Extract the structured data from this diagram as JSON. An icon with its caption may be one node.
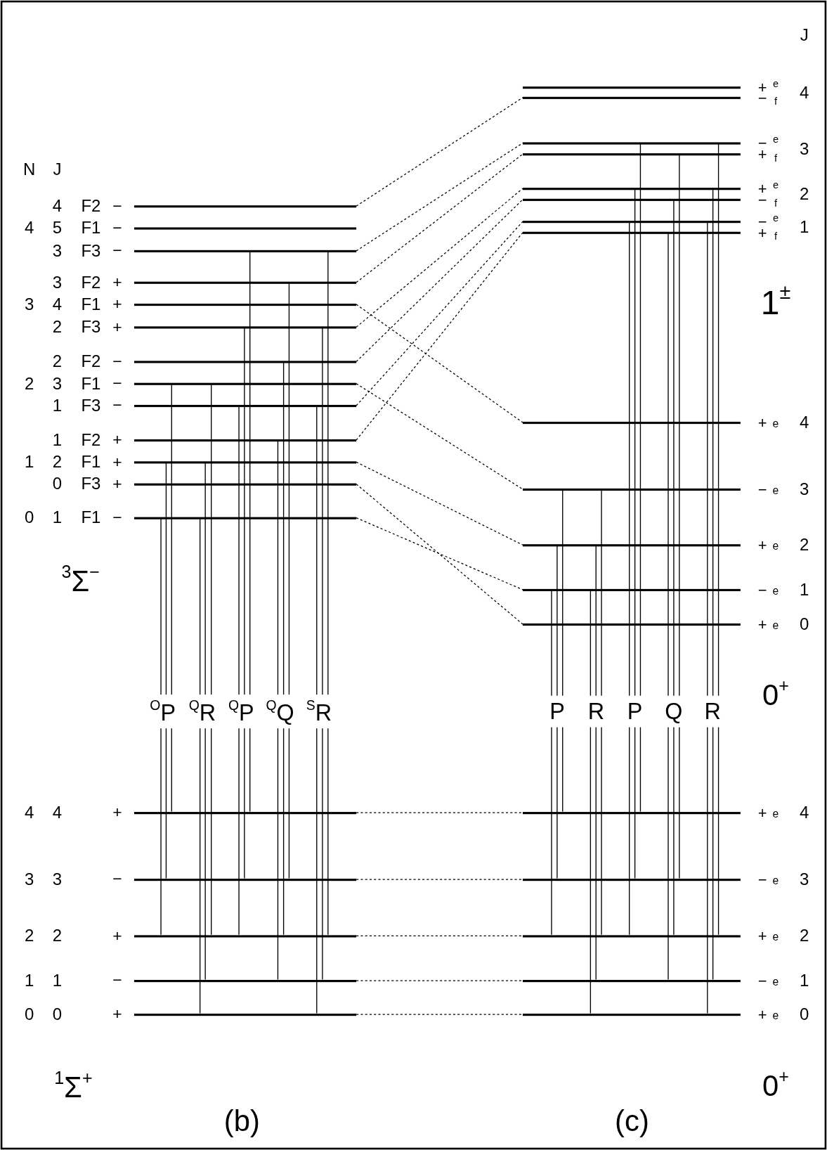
{
  "diagram": {
    "nodes": [
      {
        "text": [],
        "shape": "bar",
        "beside": [
          "4",
          "F2",
          "−"
        ]
      },
      {
        "text": [],
        "shape": "bar",
        "beside": [
          "4",
          "5",
          "F1",
          "−"
        ]
      },
      {
        "text": [],
        "shape": "bar",
        "beside": [
          "3",
          "F3",
          "−"
        ]
      },
      {
        "text": [],
        "shape": "bar",
        "beside": [
          "3",
          "F2",
          "+"
        ]
      },
      {
        "text": [],
        "shape": "bar",
        "beside": [
          "3",
          "4",
          "F1",
          "+"
        ]
      },
      {
        "text": [],
        "shape": "bar",
        "beside": [
          "2",
          "F3",
          "+"
        ]
      },
      {
        "text": [],
        "shape": "bar",
        "beside": [
          "2",
          "F2",
          "−"
        ]
      },
      {
        "text": [],
        "shape": "bar",
        "beside": [
          "2",
          "3",
          "F1",
          "−"
        ]
      },
      {
        "text": [],
        "shape": "bar",
        "beside": [
          "1",
          "F3",
          "−"
        ]
      },
      {
        "text": [],
        "shape": "bar",
        "beside": [
          "1",
          "F2",
          "+"
        ]
      },
      {
        "text": [],
        "shape": "bar",
        "beside": [
          "1",
          "2",
          "F1",
          "+"
        ]
      },
      {
        "text": [],
        "shape": "bar",
        "beside": [
          "0",
          "F3",
          "+"
        ]
      },
      {
        "text": [],
        "shape": "bar",
        "beside": [
          "0",
          "1",
          "F1",
          "−"
        ]
      },
      {
        "text": [],
        "shape": "bar",
        "beside": [
          "4",
          "4",
          "+"
        ]
      },
      {
        "text": [],
        "shape": "bar",
        "beside": [
          "3",
          "3",
          "−"
        ]
      },
      {
        "text": [],
        "shape": "bar",
        "beside": [
          "2",
          "2",
          "+"
        ]
      },
      {
        "text": [],
        "shape": "bar",
        "beside": [
          "1",
          "1",
          "−"
        ]
      },
      {
        "text": [],
        "shape": "bar",
        "beside": [
          "0",
          "0",
          "+"
        ]
      },
      {
        "text": [],
        "shape": "bar",
        "beside": [
          "+",
          "e",
          "4"
        ]
      },
      {
        "text": [],
        "shape": "bar",
        "beside": [
          "−",
          "f"
        ]
      },
      {
        "text": [],
        "shape": "bar",
        "beside": [
          "−",
          "e",
          "3"
        ]
      },
      {
        "text": [],
        "shape": "bar",
        "beside": [
          "+",
          "f"
        ]
      },
      {
        "text": [],
        "shape": "bar",
        "beside": [
          "+",
          "e",
          "2"
        ]
      },
      {
        "text": [],
        "shape": "bar",
        "beside": [
          "−",
          "f"
        ]
      },
      {
        "text": [],
        "shape": "bar",
        "beside": [
          "−",
          "e",
          "1"
        ]
      },
      {
        "text": [],
        "shape": "bar",
        "beside": [
          "+",
          "f"
        ]
      },
      {
        "text": [],
        "shape": "bar",
        "beside": [
          "+",
          "e",
          "4"
        ]
      },
      {
        "text": [],
        "shape": "bar",
        "beside": [
          "−",
          "e",
          "3"
        ]
      },
      {
        "text": [],
        "shape": "bar",
        "beside": [
          "+",
          "e",
          "2"
        ]
      },
      {
        "text": [],
        "shape": "bar",
        "beside": [
          "−",
          "e",
          "1"
        ]
      },
      {
        "text": [],
        "shape": "bar",
        "beside": [
          "+",
          "e",
          "0"
        ]
      },
      {
        "text": [],
        "shape": "bar",
        "beside": [
          "+",
          "e",
          "4"
        ]
      },
      {
        "text": [],
        "shape": "bar",
        "beside": [
          "−",
          "e",
          "3"
        ]
      },
      {
        "text": [],
        "shape": "bar",
        "beside": [
          "+",
          "e",
          "2"
        ]
      },
      {
        "text": [],
        "shape": "bar",
        "beside": [
          "−",
          "e",
          "1"
        ]
      },
      {
        "text": [],
        "shape": "bar",
        "beside": [
          "+",
          "e",
          "0"
        ]
      }
    ],
    "edges": [
      {
        "from": 0,
        "to": 19,
        "arrow": "none",
        "style": "dashed"
      },
      {
        "from": 2,
        "to": 20,
        "arrow": "none",
        "style": "dashed"
      },
      {
        "from": 3,
        "to": 21,
        "arrow": "none",
        "style": "dashed"
      },
      {
        "from": 4,
        "to": 26,
        "arrow": "none",
        "style": "dashed"
      },
      {
        "from": 5,
        "to": 22,
        "arrow": "none",
        "style": "dashed"
      },
      {
        "from": 6,
        "to": 23,
        "arrow": "none",
        "style": "dashed"
      },
      {
        "from": 7,
        "to": 27,
        "arrow": "none",
        "style": "dashed"
      },
      {
        "from": 8,
        "to": 24,
        "arrow": "none",
        "style": "dashed"
      },
      {
        "from": 9,
        "to": 25,
        "arrow": "none",
        "style": "dashed"
      },
      {
        "from": 10,
        "to": 28,
        "arrow": "none",
        "style": "dashed"
      },
      {
        "from": 11,
        "to": 30,
        "arrow": "none",
        "style": "dashed"
      },
      {
        "from": 12,
        "to": 29,
        "arrow": "none",
        "style": "dashed"
      },
      {
        "from": 13,
        "to": 31,
        "arrow": "none",
        "style": "dashed"
      },
      {
        "from": 14,
        "to": 32,
        "arrow": "none",
        "style": "dashed"
      },
      {
        "from": 15,
        "to": 33,
        "arrow": "none",
        "style": "dashed"
      },
      {
        "from": 16,
        "to": 34,
        "arrow": "none",
        "style": "dashed"
      },
      {
        "from": 17,
        "to": 35,
        "arrow": "none",
        "style": "dashed"
      },
      {
        "from": 12,
        "to": 15,
        "arrow": "none"
      },
      {
        "from": 10,
        "to": 14,
        "arrow": "none"
      },
      {
        "from": 7,
        "to": 13,
        "arrow": "none"
      },
      {
        "from": 12,
        "to": 17,
        "arrow": "none"
      },
      {
        "from": 10,
        "to": 16,
        "arrow": "none"
      },
      {
        "from": 7,
        "to": 15,
        "arrow": "none"
      },
      {
        "from": 8,
        "to": 15,
        "arrow": "none"
      },
      {
        "from": 5,
        "to": 14,
        "arrow": "none"
      },
      {
        "from": 2,
        "to": 13,
        "arrow": "none"
      },
      {
        "from": 9,
        "to": 16,
        "arrow": "none"
      },
      {
        "from": 6,
        "to": 15,
        "arrow": "none"
      },
      {
        "from": 3,
        "to": 14,
        "arrow": "none"
      },
      {
        "from": 8,
        "to": 17,
        "arrow": "none"
      },
      {
        "from": 5,
        "to": 16,
        "arrow": "none"
      },
      {
        "from": 2,
        "to": 15,
        "arrow": "none"
      },
      {
        "from": 29,
        "to": 33,
        "arrow": "none"
      },
      {
        "from": 28,
        "to": 32,
        "arrow": "none"
      },
      {
        "from": 27,
        "to": 31,
        "arrow": "none"
      },
      {
        "from": 29,
        "to": 35,
        "arrow": "none"
      },
      {
        "from": 28,
        "to": 34,
        "arrow": "none"
      },
      {
        "from": 27,
        "to": 33,
        "arrow": "none"
      },
      {
        "from": 24,
        "to": 33,
        "arrow": "none"
      },
      {
        "from": 22,
        "to": 32,
        "arrow": "none"
      },
      {
        "from": 20,
        "to": 31,
        "arrow": "none"
      },
      {
        "from": 25,
        "to": 34,
        "arrow": "none"
      },
      {
        "from": 23,
        "to": 33,
        "arrow": "none"
      },
      {
        "from": 21,
        "to": 32,
        "arrow": "none"
      },
      {
        "from": 24,
        "to": 35,
        "arrow": "none"
      },
      {
        "from": 22,
        "to": 34,
        "arrow": "none"
      },
      {
        "from": 20,
        "to": 33,
        "arrow": "none"
      }
    ],
    "labels": [
      "J",
      "N",
      "J",
      "1$^{±}$",
      "$^{3}$Σ$^{−}$",
      "0$^{+}$",
      "$^{O}$P",
      "$^{Q}$R",
      "$^{Q}$P",
      "$^{Q}$Q",
      "$^{S}$R",
      "P",
      "R",
      "P",
      "Q",
      "R",
      "$^{1}$Σ$^{+}$",
      "0$^{+}$",
      "(b)",
      "(c)"
    ]
  }
}
